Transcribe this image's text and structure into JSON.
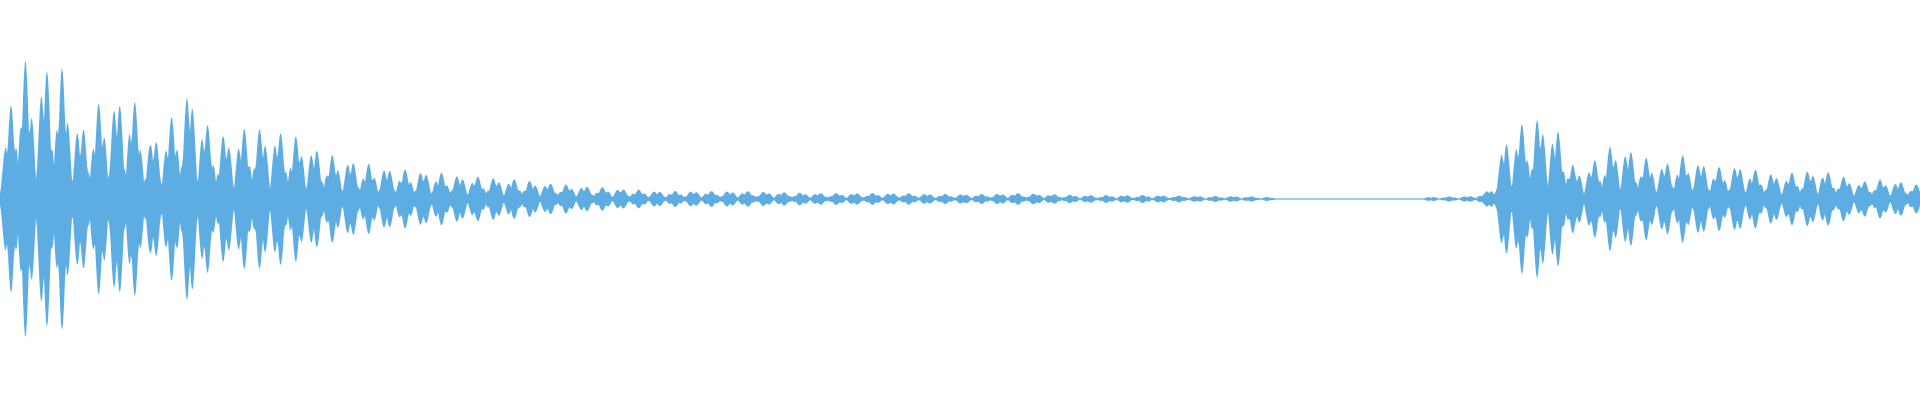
{
  "waveform": {
    "color": "#5DADE2",
    "background": "#FFFFFF",
    "segments": [
      {
        "start": 0.0,
        "end": 0.665,
        "kind": "audio"
      },
      {
        "start": 0.665,
        "end": 0.738,
        "kind": "near-silence"
      },
      {
        "start": 0.738,
        "end": 0.776,
        "kind": "silence"
      },
      {
        "start": 0.776,
        "end": 1.0,
        "kind": "audio"
      }
    ]
  }
}
